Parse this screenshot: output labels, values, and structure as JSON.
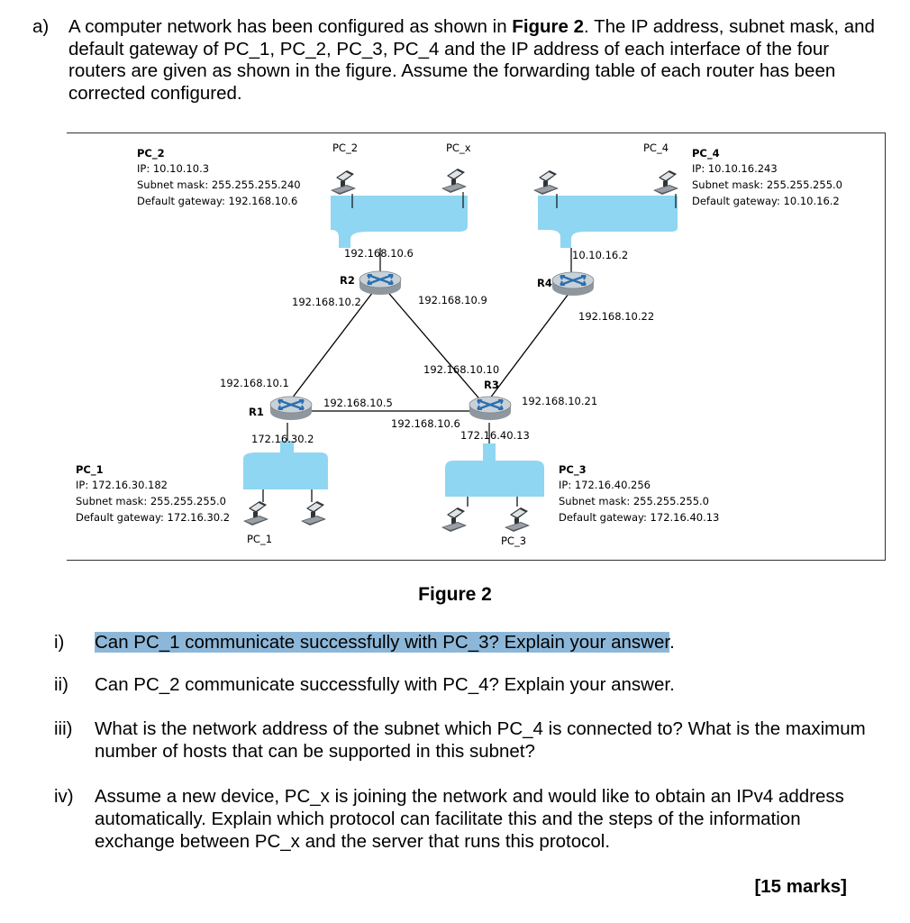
{
  "intro": {
    "label": "a)",
    "text_before": "A computer network has been configured as shown in ",
    "figure_ref": "Figure 2",
    "text_after": ". The IP address, subnet mask, and default gateway of PC_1, PC_2, PC_3, PC_4 and the IP address of each interface of the four routers are given as shown in the figure. Assume the forwarding table of each router has been corrected configured."
  },
  "figure": {
    "caption": "Figure 2",
    "pc_info": {
      "pc2": {
        "title": "PC_2",
        "ip": "IP: 10.10.10.3",
        "mask": "Subnet mask: 255.255.255.240",
        "gw": "Default gateway: 192.168.10.6"
      },
      "pc4": {
        "title": "PC_4",
        "ip": "IP: 10.10.16.243",
        "mask": "Subnet mask: 255.255.255.0",
        "gw": "Default gateway: 10.10.16.2"
      },
      "pc1": {
        "title": "PC_1",
        "ip": "IP: 172.16.30.182",
        "mask": "Subnet mask: 255.255.255.0",
        "gw": "Default gateway: 172.16.30.2"
      },
      "pc3": {
        "title": "PC_3",
        "ip": "IP: 172.16.40.256",
        "mask": "Subnet mask: 255.255.255.0",
        "gw": "Default gateway: 172.16.40.13"
      }
    },
    "host_labels": {
      "pc2": "PC_2",
      "pcx": "PC_x",
      "pc4": "PC_4",
      "pc1": "PC_1",
      "pc3": "PC_3"
    },
    "routers": {
      "r1": "R1",
      "r2": "R2",
      "r3": "R3",
      "r4": "R4"
    },
    "ips": {
      "r2_top": "192.168.10.6",
      "r2_left": "192.168.10.2",
      "r2_right": "192.168.10.9",
      "r4_top": "10.10.16.2",
      "r4_bottom": "192.168.10.22",
      "r1_top": "192.168.10.1",
      "r1_right": "192.168.10.5",
      "r1_bottom": "172.16.30.2",
      "r3_top": "192.168.10.10",
      "r3_right": "192.168.10.21",
      "r3_left": "192.168.10.6",
      "r3_bottom": "172.16.40.13"
    }
  },
  "questions": [
    {
      "num": "i)",
      "text": "Can PC_1 communicate successfully with PC_3? Explain your answer",
      "tail": "."
    },
    {
      "num": "ii)",
      "text": "Can PC_2 communicate successfully with PC_4? Explain your answer."
    },
    {
      "num": "iii)",
      "text": "What is the network address of the subnet which PC_4 is connected to? What is the maximum number of hosts that can be supported in this subnet?"
    },
    {
      "num": "iv)",
      "text": "Assume a new device, PC_x is joining the network and would like to obtain an IPv4 address automatically. Explain which protocol can facilitate this and the steps of the information exchange between PC_x and the server that runs this protocol."
    }
  ],
  "marks": "[15 marks]",
  "colors": {
    "lan": "#8fd6f2",
    "router_fill": "#c9d1d8",
    "highlight": "#8db7d8"
  }
}
